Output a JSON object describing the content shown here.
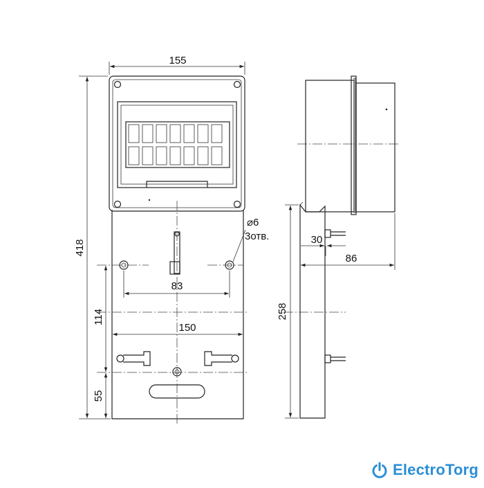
{
  "dimensions": {
    "front_width": "155",
    "total_height": "418",
    "hole_diameter": "⌀6",
    "hole_count": "3отв.",
    "hole_spacing": "83",
    "plate_width": "150",
    "upper_mount_offset": "114",
    "lower_mount_offset": "55",
    "side_height": "258",
    "side_offset": "30",
    "side_depth": "86"
  },
  "brand": {
    "name": "ElectroTorg",
    "color": "#2a8fd6",
    "icon": "power-icon"
  }
}
